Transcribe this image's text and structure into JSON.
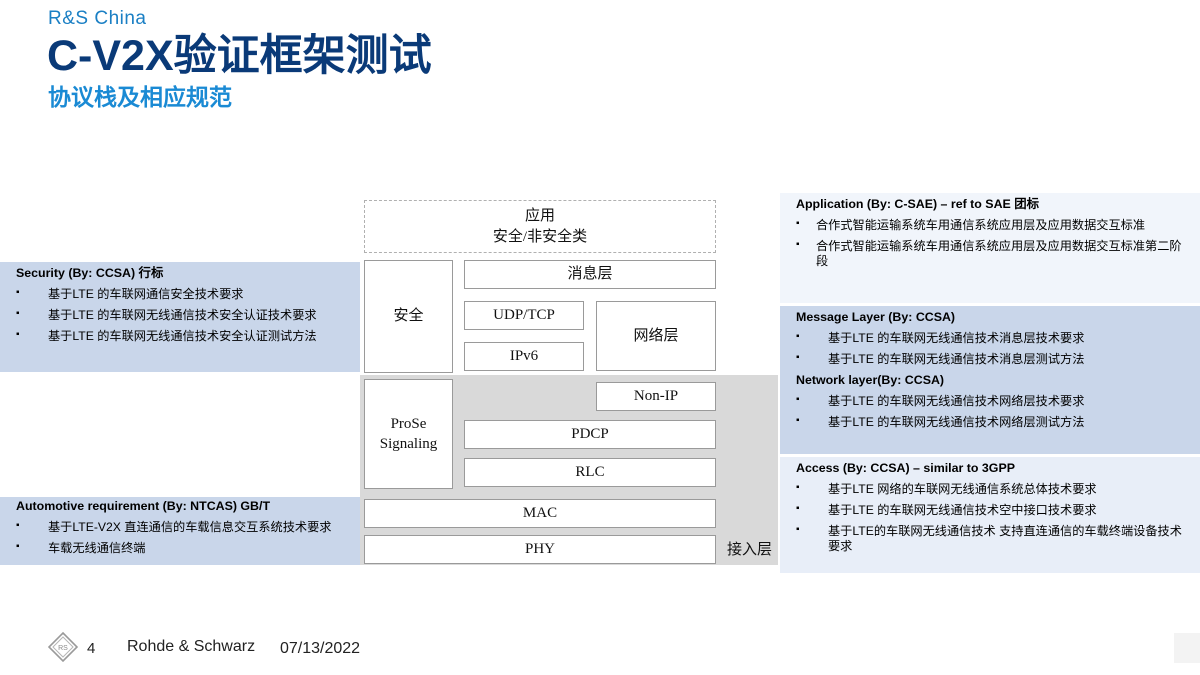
{
  "header": {
    "brand": "R&S China",
    "title": "C-V2X验证框架测试",
    "subtitle": "协议栈及相应规范"
  },
  "left_panels": {
    "security": {
      "heading": "Security (By: CCSA) 行标",
      "items": [
        "基于LTE 的车联网通信安全技术要求",
        "基于LTE 的车联网无线通信技术安全认证技术要求",
        "基于LTE 的车联网无线通信技术安全认证测试方法"
      ]
    },
    "automotive": {
      "heading": "Automotive requirement (By: NTCAS)  GB/T",
      "items": [
        "基于LTE-V2X 直连通信的车载信息交互系统技术要求",
        "车载无线通信终端"
      ]
    }
  },
  "right_panels": {
    "application": {
      "heading": "Application (By: C-SAE) – ref to SAE 团标",
      "items": [
        "合作式智能运输系统车用通信系统应用层及应用数据交互标准",
        "合作式智能运输系统车用通信系统应用层及应用数据交互标准第二阶段"
      ]
    },
    "message": {
      "heading": "Message Layer (By: CCSA)",
      "items": [
        "基于LTE 的车联网无线通信技术消息层技术要求",
        "基于LTE 的车联网无线通信技术消息层测试方法"
      ]
    },
    "network": {
      "heading": "Network layer(By: CCSA)",
      "items": [
        "基于LTE 的车联网无线通信技术网络层技术要求",
        "基于LTE 的车联网无线通信技术网络层测试方法"
      ]
    },
    "access": {
      "heading": "Access (By: CCSA) – similar to 3GPP",
      "items": [
        "基于LTE 网络的车联网无线通信系统总体技术要求",
        "基于LTE 的车联网无线通信技术空中接口技术要求",
        "基于LTE的车联网无线通信技术 支持直连通信的车载终端设备技术要求"
      ]
    }
  },
  "stack": {
    "application_line1": "应用",
    "application_line2": "安全/非安全类",
    "security": "安全",
    "message_layer": "消息层",
    "udp_tcp": "UDP/TCP",
    "network_layer": "网络层",
    "ipv6": "IPv6",
    "prose_line1": "ProSe",
    "prose_line2": "Signaling",
    "non_ip": "Non-IP",
    "pdcp": "PDCP",
    "rlc": "RLC",
    "mac": "MAC",
    "phy": "PHY",
    "access_layer": "接入层"
  },
  "footer": {
    "page_number": "4",
    "company": "Rohde & Schwarz",
    "date": "07/13/2022"
  },
  "colors": {
    "title": "#0a3a78",
    "brand_blue": "#1a7fc4",
    "panel_blue": "#c9d6ea",
    "panel_light": "#e8eef8",
    "panel_pale": "#f1f5fb",
    "stack_gray": "#d9d9d9"
  }
}
